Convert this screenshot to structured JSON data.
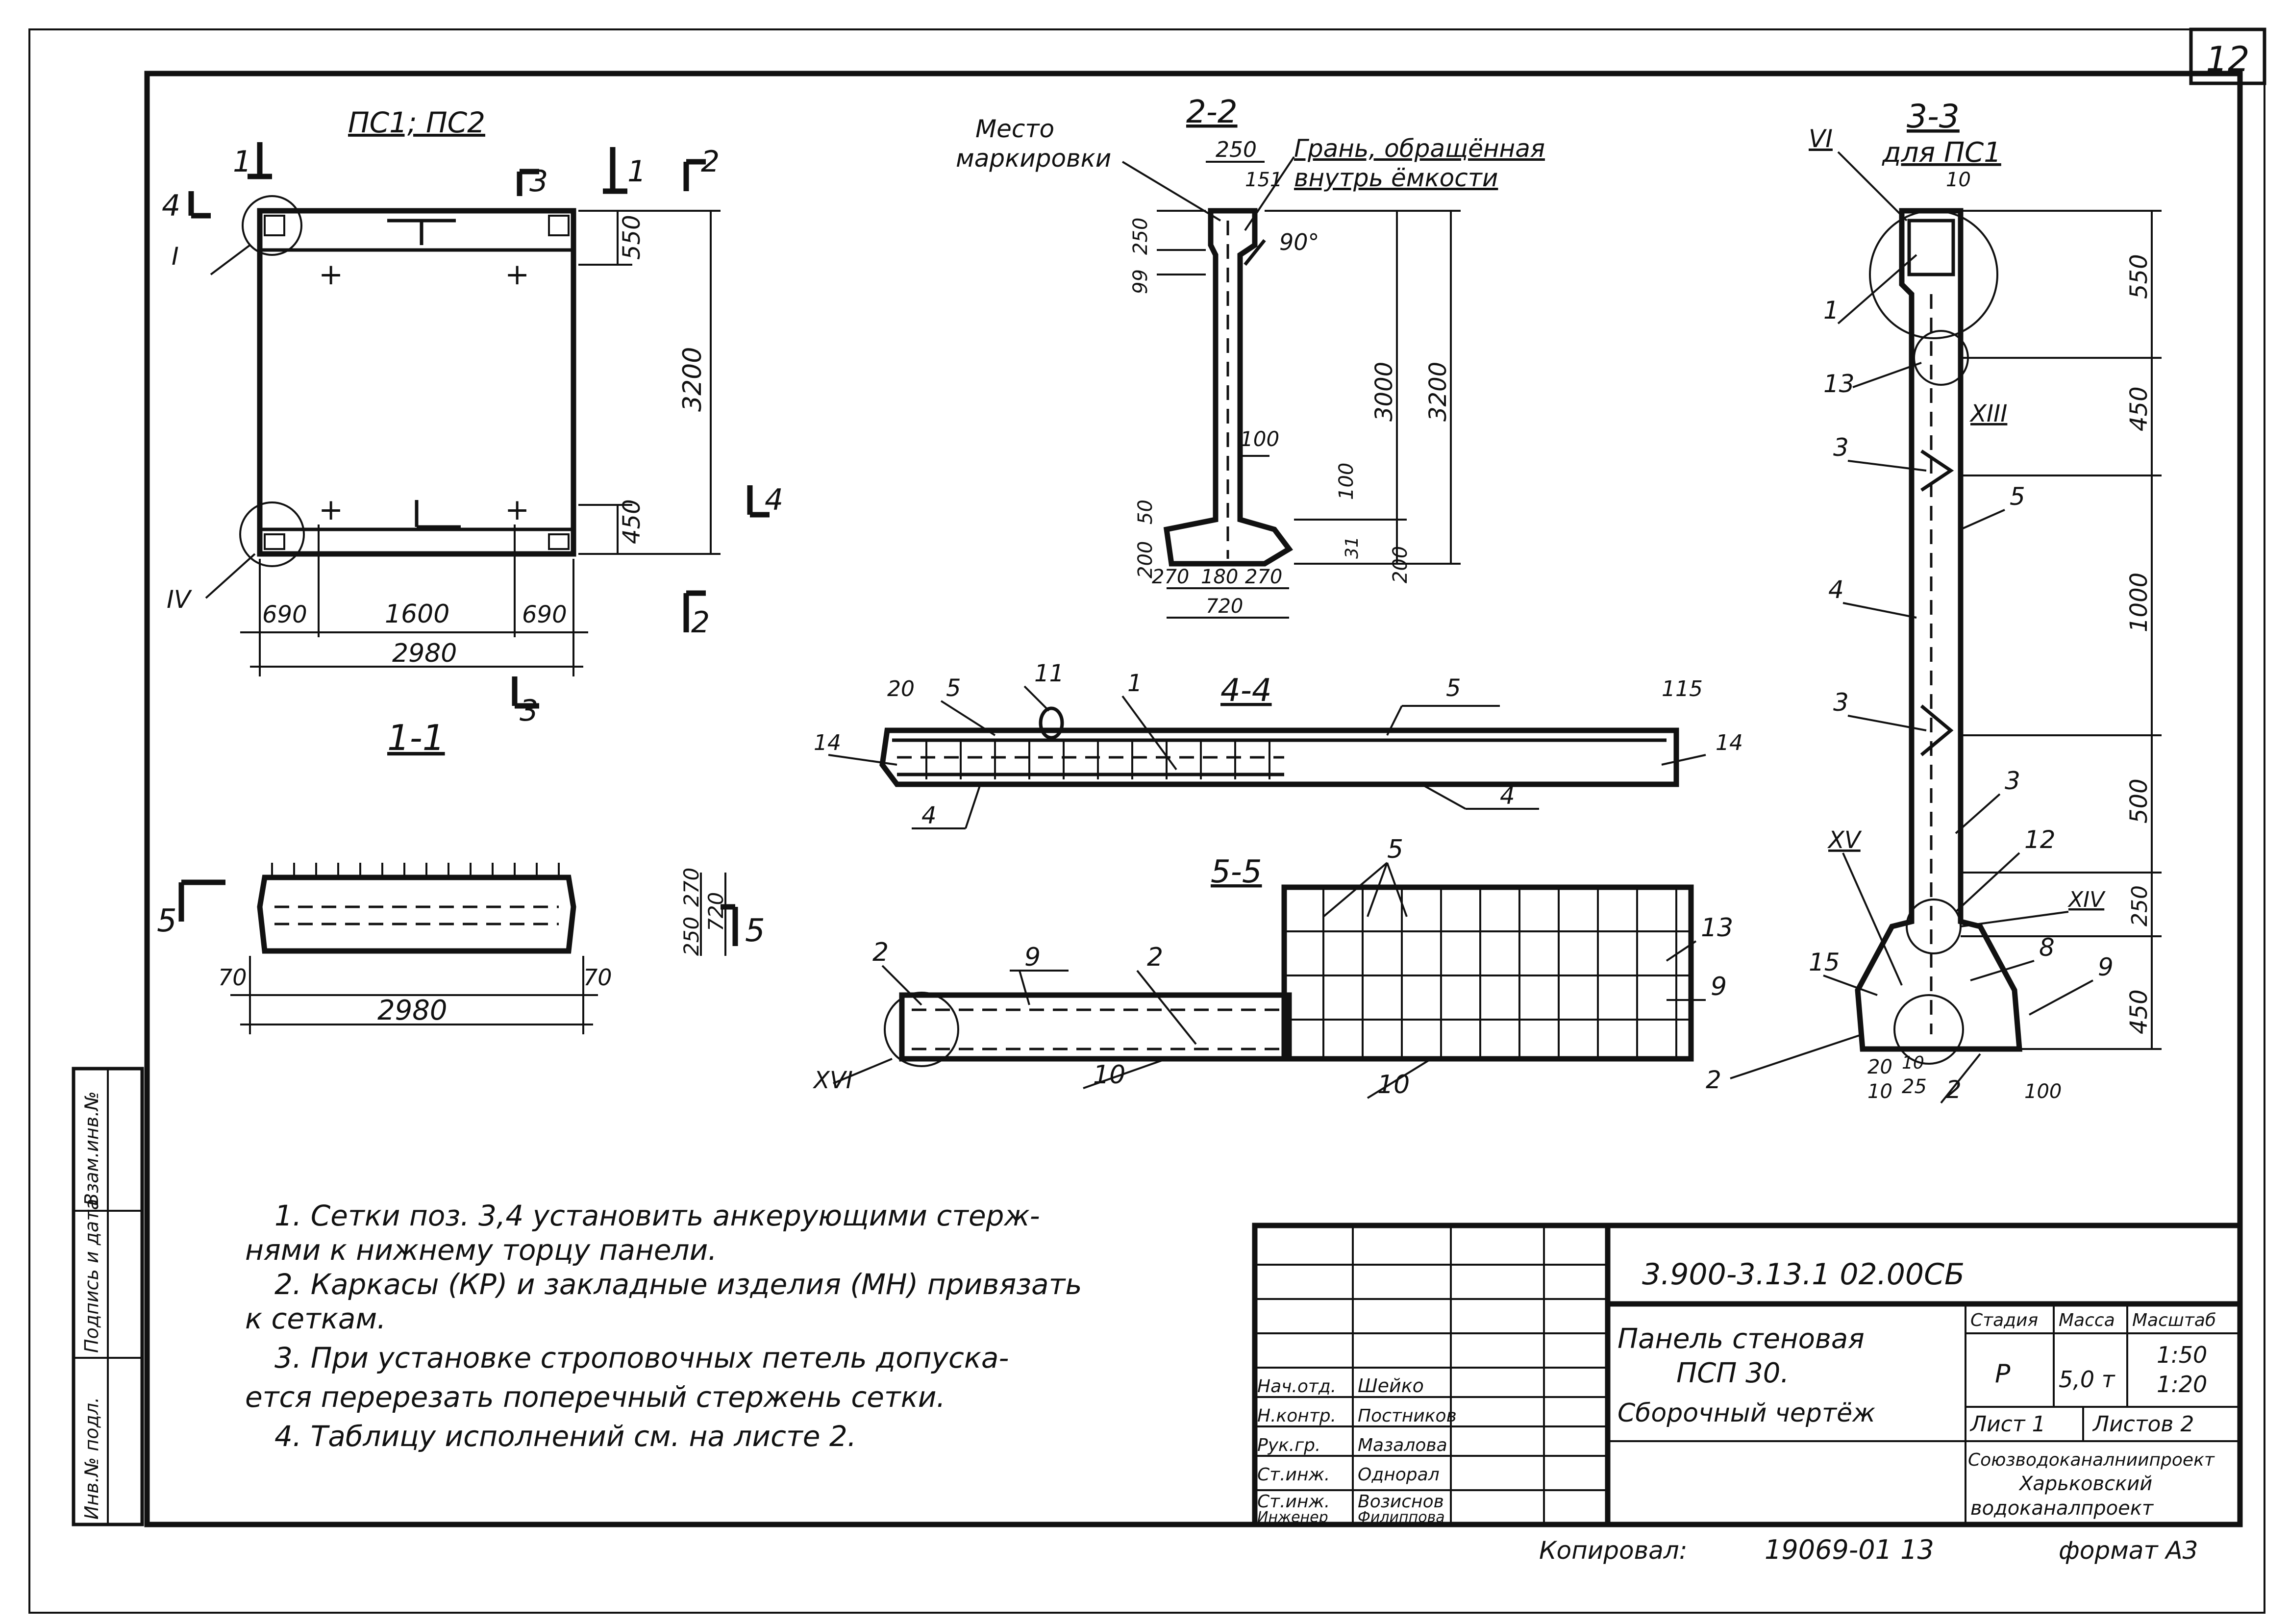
{
  "sheet": {
    "sheet_number": "12",
    "copied_by_label": "Копировал:",
    "copy_number": "19069-01 13",
    "format_label": "формат А3",
    "side_stamp": [
      "Инв.№ подл.",
      "Подпись и дата",
      "Взам.инв.№"
    ]
  },
  "views": {
    "pc_label": "ПС1; ПС2",
    "v1": {
      "title": "1-1",
      "cut_marks": [
        "1",
        "1",
        "3",
        "3",
        "4",
        "4",
        "2",
        "2"
      ],
      "callouts": [
        "I",
        "IV"
      ],
      "dims": [
        "550",
        "3200",
        "450",
        "690",
        "1600",
        "690",
        "2980"
      ]
    },
    "v5": {
      "cut_marks": [
        "5",
        "5"
      ],
      "dims": [
        "270",
        "250",
        "720",
        "70",
        "70",
        "2980"
      ]
    },
    "v22": {
      "title": "2-2",
      "note_marking": [
        "Место",
        "маркировки"
      ],
      "note_face": [
        "Грань, обращённая",
        "внутрь ёмкости"
      ],
      "dims": [
        "250",
        "151",
        "90°",
        "250",
        "99",
        "100",
        "50",
        "200",
        "100",
        "31",
        "200",
        "3000",
        "3200",
        "270",
        "180",
        "270",
        "720"
      ]
    },
    "v44": {
      "title": "4-4",
      "labels": [
        "20",
        "5",
        "11",
        "1",
        "5",
        "115",
        "14",
        "14",
        "4",
        "4"
      ]
    },
    "v55": {
      "title": "5-5",
      "labels": [
        "5",
        "2",
        "9",
        "2",
        "13",
        "9",
        "XVI",
        "10",
        "10"
      ]
    },
    "v33": {
      "title": "3-3",
      "subtitle": "для ПС1",
      "labels": [
        "VI",
        "1",
        "13",
        "XIII",
        "3",
        "5",
        "4",
        "3",
        "3",
        "XV",
        "12",
        "XIV",
        "8",
        "15",
        "9",
        "2",
        "2",
        "10"
      ],
      "dims": [
        "550",
        "450",
        "1000",
        "500",
        "250",
        "450",
        "20",
        "10",
        "25",
        "100",
        "10"
      ]
    }
  },
  "notes": [
    "1. Сетки поз. 3,4 установить анкерующими стерж-",
    "нями к нижнему торцу панели.",
    "2. Каркасы (КР) и закладные изделия (МН) привязать",
    "к сеткам.",
    "3. При установке строповочных петель допуска-",
    "ется перерезать поперечный стержень сетки.",
    "4. Таблицу исполнений см. на листе 2."
  ],
  "title_block": {
    "doc_code": "3.900-3.13.1  02.00СБ",
    "name_lines": [
      "Панель стеновая",
      "ПСП 30.",
      "Сборочный чертёж"
    ],
    "headers": {
      "stage": "Стадия",
      "mass": "Масса",
      "scale": "Масштаб"
    },
    "stage": "Р",
    "mass": "5,0 т",
    "scales": [
      "1:50",
      "1:20"
    ],
    "sheet_label": "Лист 1",
    "sheets_label": "Листов 2",
    "org_lines": [
      "Союзводоканалниипроект",
      "Харьковский",
      "водоканалпроект"
    ],
    "roles": [
      "Нач.отд.",
      "Н.контр.",
      "Рук.гр.",
      "Ст.инж.",
      "Ст.инж.",
      "Инженер"
    ],
    "names": [
      "Шейко",
      "Постников",
      "Мазалова",
      "Однорал",
      "Возиснов",
      "Филиппова"
    ]
  }
}
